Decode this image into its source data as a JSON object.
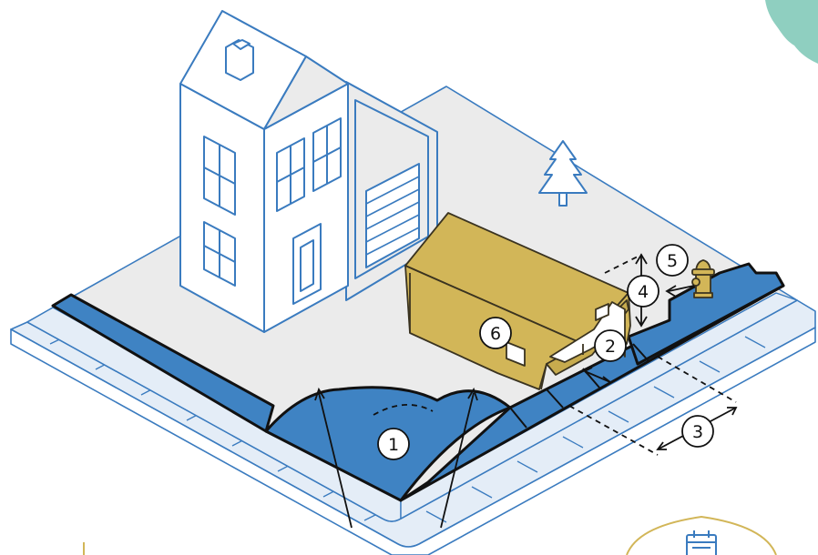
{
  "colors": {
    "outline": "#3a7bbf",
    "ground": "#ebebeb",
    "sidewalk_tile": "#e4edf7",
    "restricted_zone": "#3f83c3",
    "tent_fill": "#d2b658",
    "tent_stroke": "#3a3320",
    "dimension_line": "#111111",
    "foliage": "#8fcfc0",
    "badge_ring": "#d2b658"
  },
  "callouts": [
    {
      "id": "callout-1",
      "label": "1"
    },
    {
      "id": "callout-2",
      "label": "2"
    },
    {
      "id": "callout-3",
      "label": "3"
    },
    {
      "id": "callout-4",
      "label": "4"
    },
    {
      "id": "callout-5",
      "label": "5"
    },
    {
      "id": "callout-6",
      "label": "6"
    }
  ],
  "icons": {
    "house": "house-icon",
    "tent": "canopy-tent-icon",
    "hydrant": "fire-hydrant-icon",
    "tree": "pine-tree-icon",
    "badge": "calendar-icon"
  }
}
